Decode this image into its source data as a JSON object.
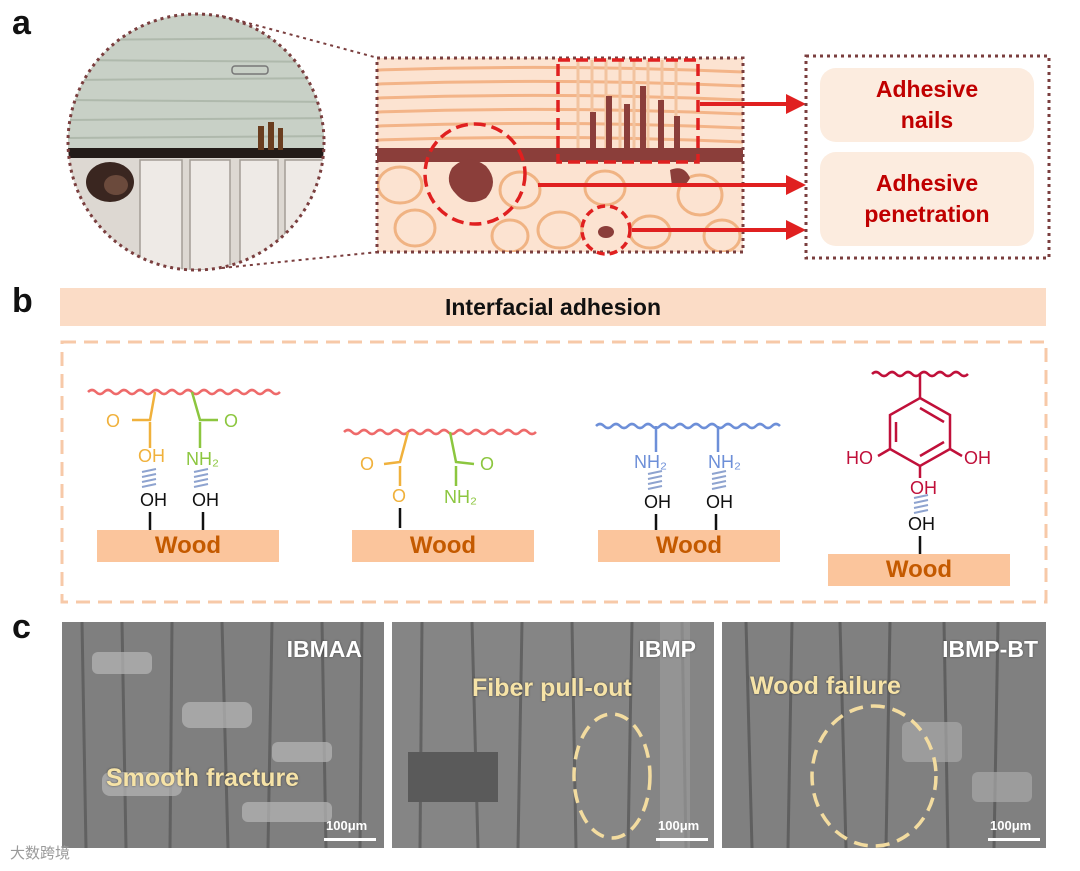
{
  "panels": {
    "a": "a",
    "b": "b",
    "c": "c"
  },
  "panel_a": {
    "nails_label_line1": "Adhesive",
    "nails_label_line2": "nails",
    "penetration_label_line1": "Adhesive",
    "penetration_label_line2": "penetration"
  },
  "panel_b": {
    "title": "Interfacial adhesion",
    "wood_label": "Wood",
    "groups": {
      "O": "O",
      "OH": "OH",
      "NH2": "NH₂",
      "HO": "HO"
    }
  },
  "panel_c": {
    "images": [
      {
        "sample": "IBMAA",
        "note": "Smooth fracture",
        "scale": "100μm"
      },
      {
        "sample": "IBMP",
        "note": "Fiber pull-out",
        "scale": "100μm"
      },
      {
        "sample": "IBMP-BT",
        "note": "Wood failure",
        "scale": "100μm"
      }
    ]
  },
  "watermark": "大数跨境",
  "colors": {
    "adhesive_red": "#c00000",
    "wood_orange": "#fbc59c",
    "wood_text": "#c45a00",
    "carboxyl_yellow": "#f0b13c",
    "amide_green": "#8cc63f",
    "amine_blue": "#6d8fd8",
    "phenol_crimson": "#c0103a",
    "ellipse_dash": "#f3dca0",
    "frame_brown": "#7a3e3e"
  }
}
